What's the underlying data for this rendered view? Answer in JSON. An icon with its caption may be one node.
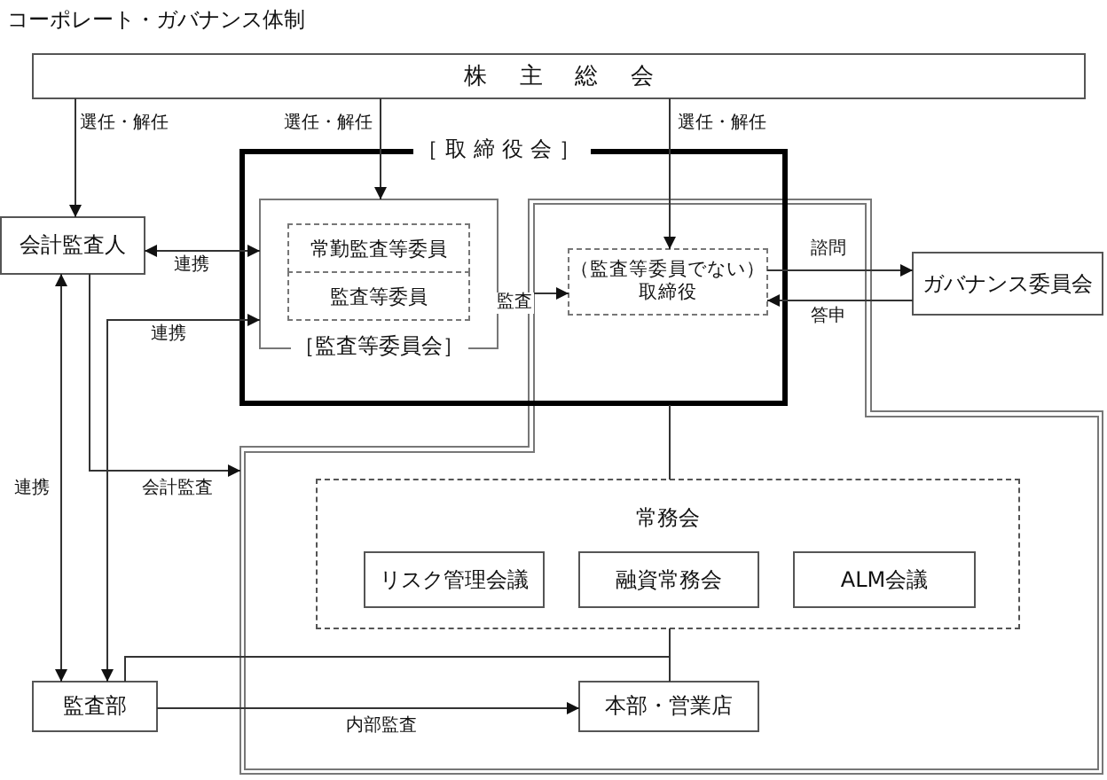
{
  "diagram": {
    "title": "コーポレート・ガバナンス体制",
    "nodes": [
      {
        "text": [
          "株主総会"
        ]
      },
      {
        "text": [
          "会計監査人"
        ]
      },
      {
        "text": [
          "［取締役会］"
        ]
      },
      {
        "text": [
          "［監査等委員会］"
        ],
        "in": 2
      },
      {
        "text": [
          "常勤監査等委員"
        ],
        "in": 3
      },
      {
        "text": [
          "監査等委員"
        ],
        "in": 3
      },
      {
        "text": [
          "（監査等委員でない）取締役"
        ],
        "in": 2
      },
      {
        "text": [
          "ガバナンス委員会"
        ]
      },
      {
        "text": [],
        "shape": "box"
      },
      {
        "text": [
          "常務会"
        ],
        "in": 8
      },
      {
        "text": [
          "リスク管理会議"
        ],
        "in": 9
      },
      {
        "text": [
          "融資常務会"
        ],
        "in": 9
      },
      {
        "text": [
          "ALM会議"
        ],
        "in": 9
      },
      {
        "text": [
          "監査部"
        ]
      },
      {
        "text": [
          "本部・営業店"
        ],
        "in": 8
      }
    ],
    "edges": [
      {
        "from": 0,
        "to": 1,
        "arrow": "to",
        "label": "選任・解任"
      },
      {
        "from": 0,
        "to": 3,
        "arrow": "to",
        "label": "選任・解任"
      },
      {
        "from": 0,
        "to": 6,
        "arrow": "to",
        "label": "選任・解任"
      },
      {
        "from": 1,
        "to": 3,
        "arrow": "both",
        "label": "連携"
      },
      {
        "from": 3,
        "to": 13,
        "arrow": "both",
        "label": "連携"
      },
      {
        "from": 1,
        "to": 13,
        "arrow": "both",
        "label": "連携"
      },
      {
        "from": 1,
        "to": 8,
        "arrow": "to",
        "label": "会計監査"
      },
      {
        "from": 3,
        "to": 6,
        "arrow": "to",
        "label": "監査"
      },
      {
        "from": 6,
        "to": 7,
        "arrow": "to",
        "label": "諮問"
      },
      {
        "from": 7,
        "to": 6,
        "arrow": "to",
        "label": "答申"
      },
      {
        "from": 2,
        "to": 9,
        "arrow": "none"
      },
      {
        "from": 9,
        "to": 14,
        "arrow": "none"
      },
      {
        "from": 13,
        "to": 14,
        "arrow": "none"
      },
      {
        "from": 13,
        "to": 14,
        "arrow": "to",
        "label": "内部監査"
      }
    ]
  }
}
